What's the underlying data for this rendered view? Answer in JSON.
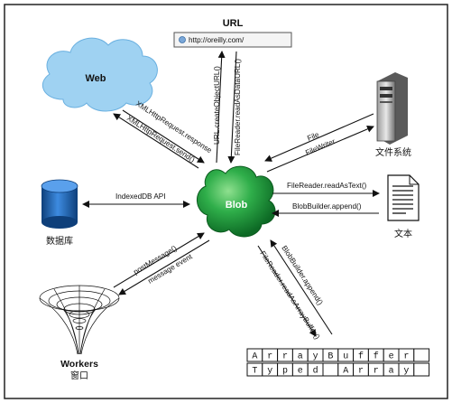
{
  "url_box": {
    "title": "URL",
    "address": "http://oreilly.com/"
  },
  "nodes": {
    "web": "Web",
    "blob": "Blob",
    "filesystem": "文件系统",
    "indexeddb": "数据库",
    "text": "文本",
    "workers": "Workers",
    "window": "窗口"
  },
  "edges": {
    "create_object_url": "URL.createObjectURL()",
    "read_as_data_url": "FileReader.readAsDataURL()",
    "xhr_response": "XMLHttpRequest.response",
    "xhr_send": "XMLHttpRequest.send()",
    "file": "File",
    "file_writer": "FileWriter",
    "indexeddb_api": "IndexedDB API",
    "read_as_text": "FileReader.readAsText()",
    "builder_append_text": "BlobBuilder.append()",
    "post_message": "postMessage()",
    "message_event": "message event",
    "builder_append_buffer": "BlobBuilder.append()",
    "read_as_array_buffer": "FileReader.readAsArrayBuffer()"
  },
  "buffers": {
    "array_buffer": [
      "A",
      "r",
      "r",
      "a",
      "y",
      "B",
      "u",
      "f",
      "f",
      "e",
      "r",
      ""
    ],
    "typed_array": [
      "T",
      "y",
      "p",
      "e",
      "d",
      "",
      "A",
      "r",
      "r",
      "a",
      "y",
      ""
    ]
  },
  "colors": {
    "blob": "#1f9a3e",
    "cloud": "#9fd2f2",
    "database": "#1b5fa8"
  }
}
